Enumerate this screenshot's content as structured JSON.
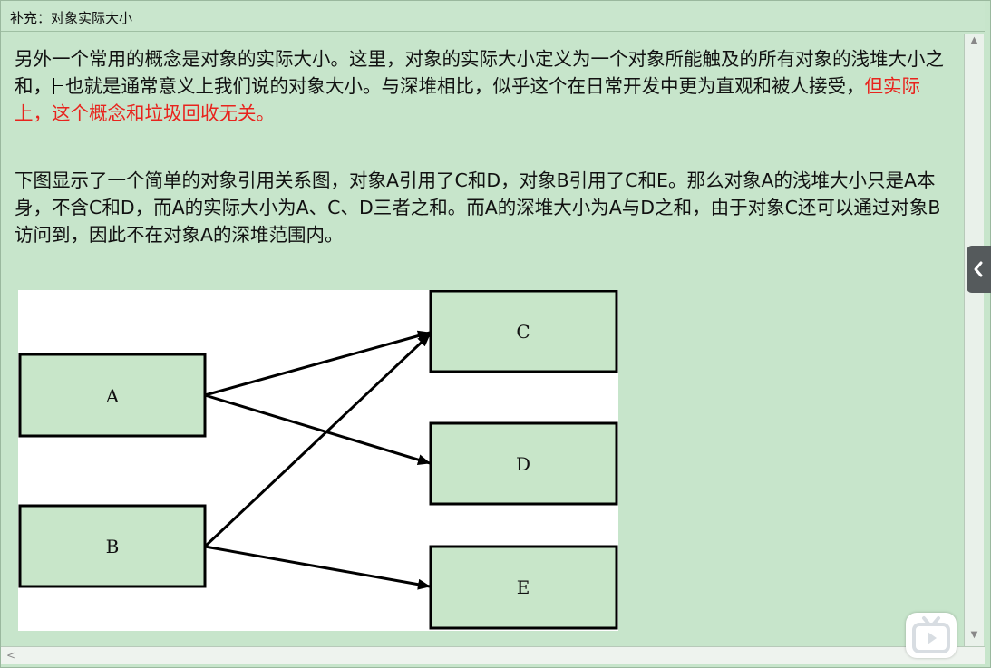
{
  "window": {
    "title": "补充：对象实际大小"
  },
  "content": {
    "paragraph1": {
      "text_before_cursor": "另外一个常用的概念是对象的实际大小。这里，对象的实际大小定义为一个对象所能触及的所有对象的浅堆大小之和，",
      "text_after_cursor": "也就是通常意义上我们说的对象大小。与深堆相比，似乎这个在日常开发中更为直观和被人接受，",
      "highlight": "但实际上，这个概念和垃圾回收无关。"
    },
    "paragraph2": "下图显示了一个简单的对象引用关系图，对象A引用了C和D，对象B引用了C和E。那么对象A的浅堆大小只是A本身，不含C和D，而A的实际大小为A、C、D三者之和。而A的深堆大小为A与D之和，由于对象C还可以通过对象B访问到，因此不在对象A的深堆范围内。"
  },
  "diagram": {
    "nodes": [
      "A",
      "B",
      "C",
      "D",
      "E"
    ],
    "edges": [
      [
        "A",
        "C"
      ],
      [
        "A",
        "D"
      ],
      [
        "B",
        "C"
      ],
      [
        "B",
        "E"
      ]
    ],
    "node_fill": "#c8e6c9",
    "edge_color": "#000000"
  },
  "icons": {
    "side_tab": "chevron-left-icon",
    "player": "video-player-icon",
    "scroll_up": "scroll-up-arrow-icon",
    "scroll_down": "scroll-down-arrow-icon",
    "scroll_left": "scroll-left-arrow-icon"
  },
  "colors": {
    "background": "#c7e5cb",
    "highlight_text": "#e8231d"
  }
}
